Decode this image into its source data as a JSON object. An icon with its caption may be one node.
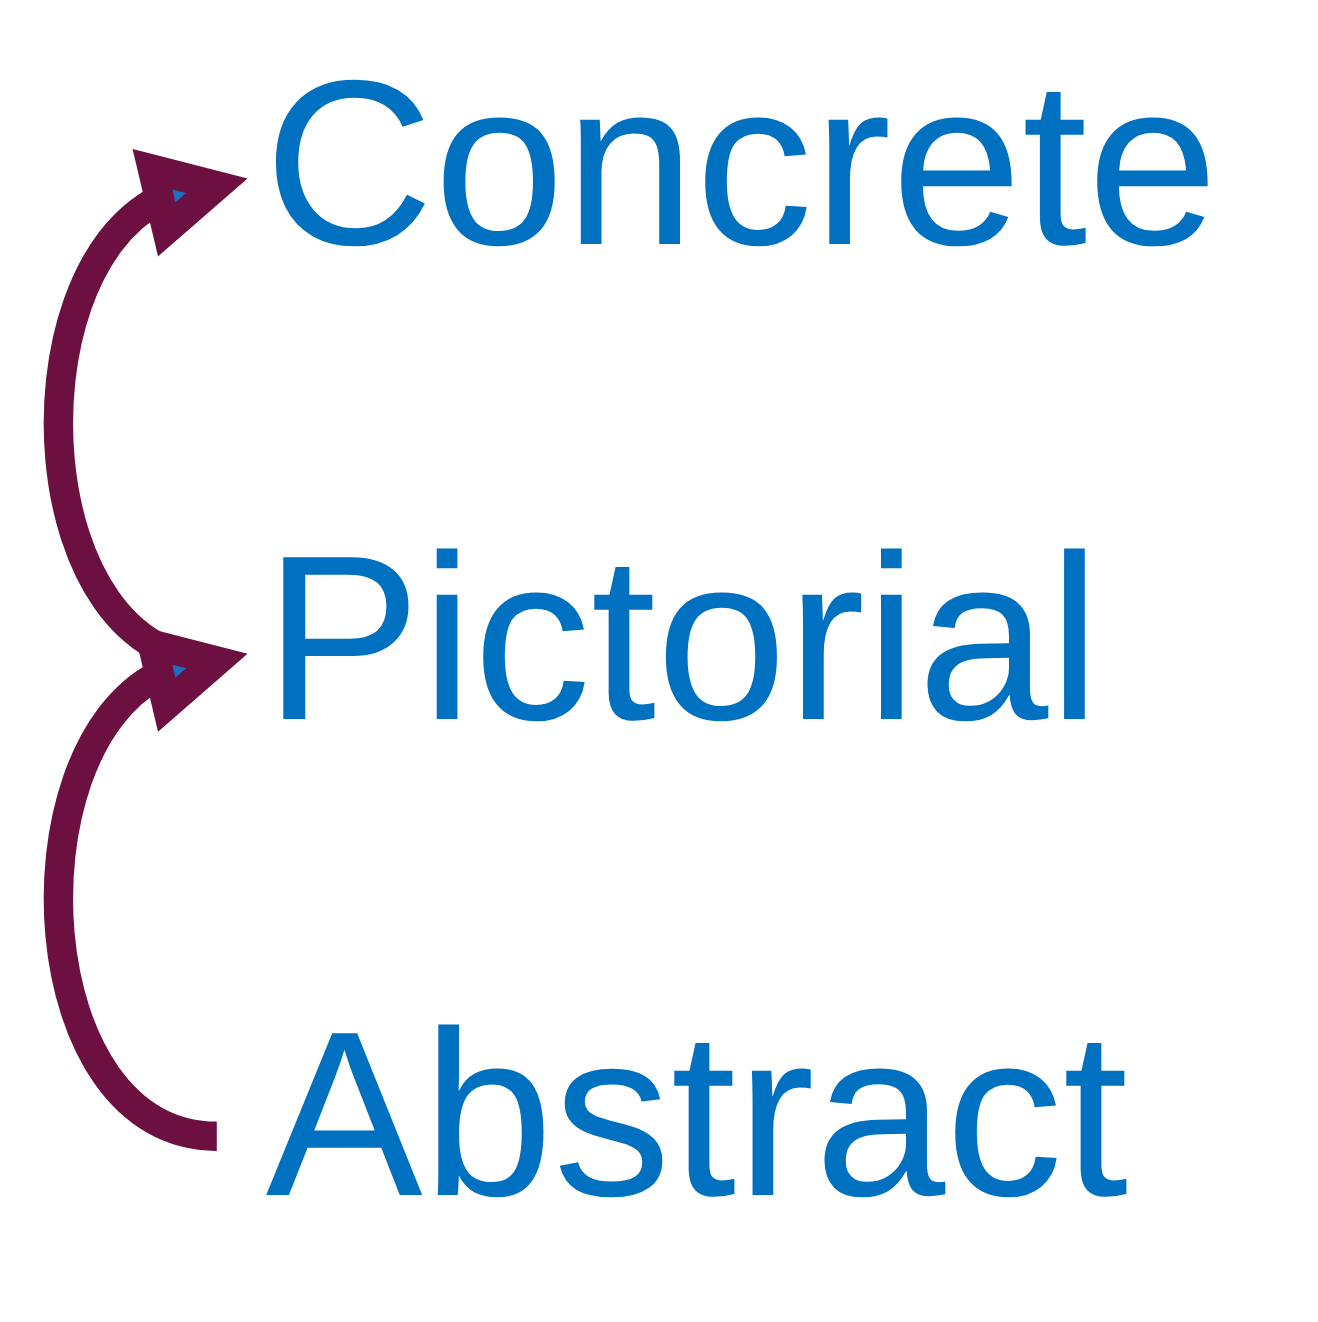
{
  "diagram": {
    "nodes": [
      {
        "text": [
          "Concrete"
        ]
      },
      {
        "text": [
          "Pictorial"
        ]
      },
      {
        "text": [
          "Abstract"
        ]
      }
    ],
    "edges": [
      {
        "from": 1,
        "to": 0,
        "arrow": "to"
      },
      {
        "from": 2,
        "to": 1,
        "arrow": "to"
      }
    ]
  }
}
